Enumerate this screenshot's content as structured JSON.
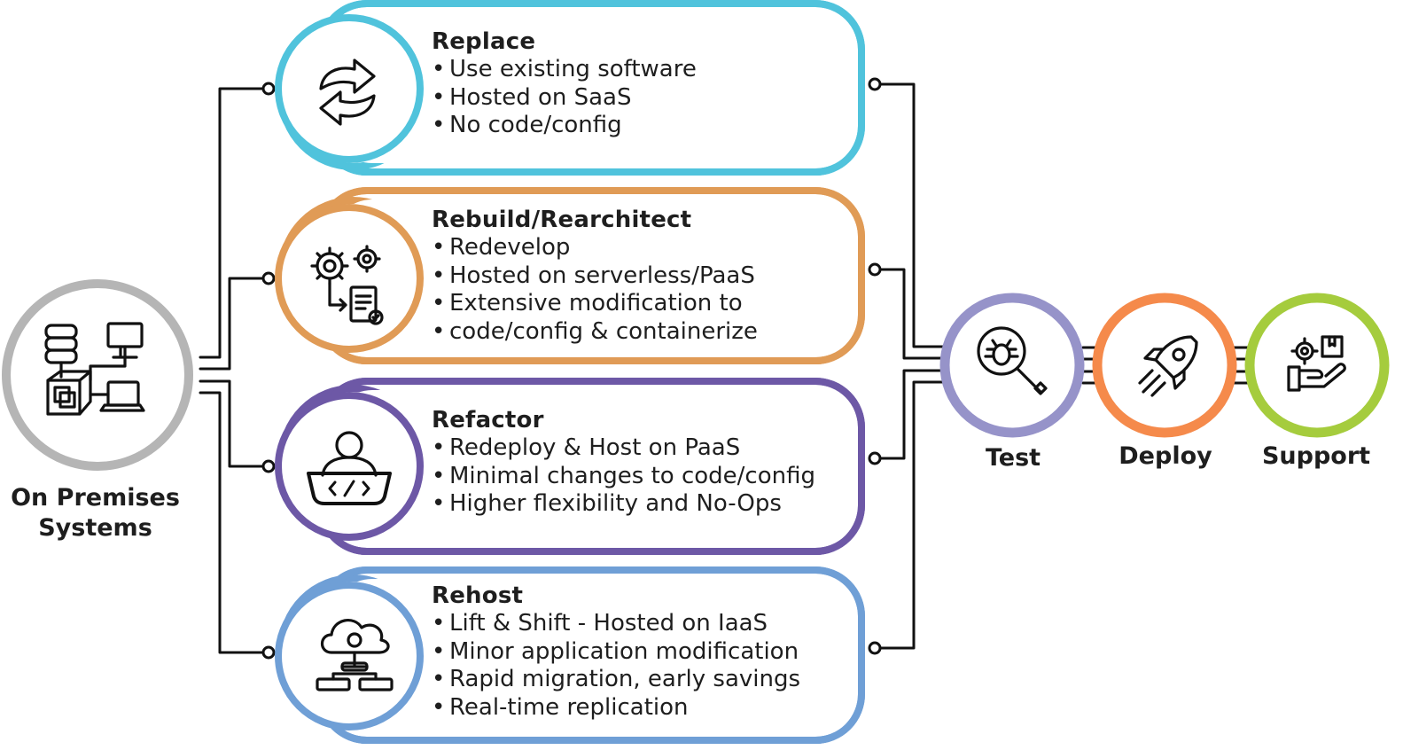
{
  "source": {
    "label_line1": "On Premises",
    "label_line2": "Systems",
    "color": "#b5b5b5"
  },
  "strategies": [
    {
      "title": "Replace",
      "color": "#50c3dc",
      "icon": "sync-arrows-icon",
      "items": [
        "Use existing software",
        "Hosted on SaaS",
        "No code/config"
      ]
    },
    {
      "title": "Rebuild/Rearchitect",
      "color": "#e09b56",
      "icon": "gears-document-icon",
      "items": [
        "Redevelop",
        "Hosted on serverless/PaaS",
        "Extensive modification to",
        "code/config & containerize"
      ]
    },
    {
      "title": "Refactor",
      "color": "#6d58a6",
      "icon": "developer-laptop-icon",
      "items": [
        "Redeploy & Host on PaaS",
        "Minimal changes to code/config",
        "Higher flexibility and No-Ops"
      ]
    },
    {
      "title": "Rehost",
      "color": "#6f9fd6",
      "icon": "cloud-server-icon",
      "items": [
        "Lift & Shift - Hosted on IaaS",
        "Minor application modification",
        "Rapid migration, early savings",
        "Real-time replication"
      ]
    }
  ],
  "stages": [
    {
      "label": "Test",
      "color": "#9693c9",
      "icon": "magnifier-bug-icon"
    },
    {
      "label": "Deploy",
      "color": "#f58a4b",
      "icon": "rocket-icon"
    },
    {
      "label": "Support",
      "color": "#a5cc3d",
      "icon": "hand-gear-box-icon"
    }
  ]
}
